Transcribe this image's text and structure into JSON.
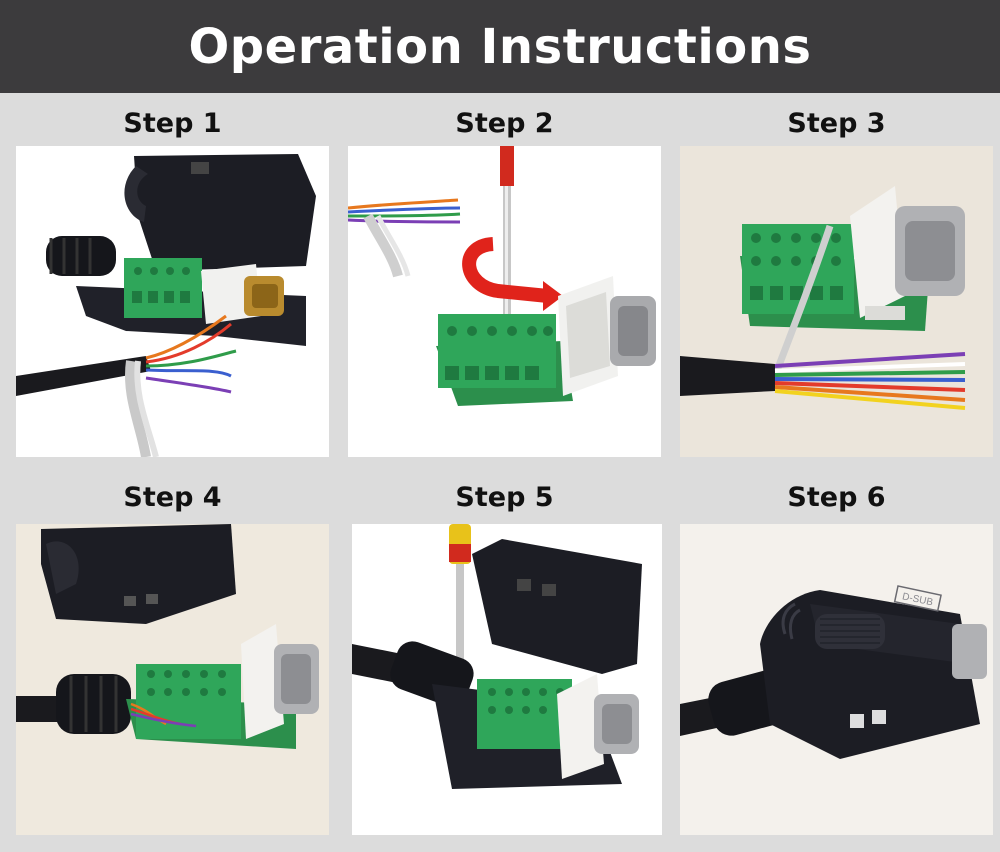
{
  "title": "Operation Instructions",
  "steps": [
    {
      "label": "Step 1"
    },
    {
      "label": "Step 2"
    },
    {
      "label": "Step 3"
    },
    {
      "label": "Step 4"
    },
    {
      "label": "Step 5"
    },
    {
      "label": "Step 6"
    }
  ],
  "hood_marking": "D-SUB",
  "colors": {
    "banner": "#3c3b3d",
    "terminal_green": "#2fa65a",
    "hood_black": "#1c1d24",
    "arrow_red": "#e0231b",
    "connector_white": "#f1f1ef"
  }
}
